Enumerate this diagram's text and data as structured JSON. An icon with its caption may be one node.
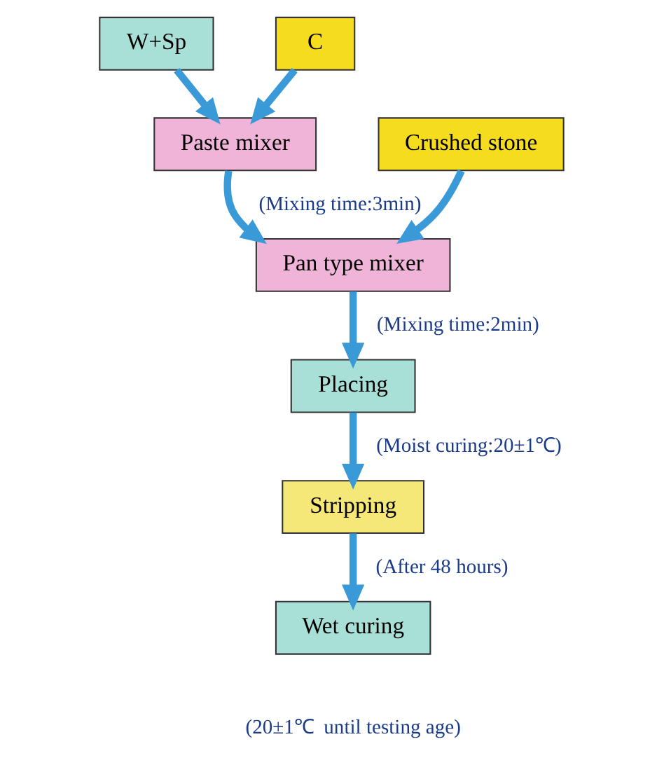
{
  "diagram": {
    "nodes": [
      {
        "text": [
          "W+Sp"
        ]
      },
      {
        "text": [
          "C"
        ]
      },
      {
        "text": [
          "Paste mixer"
        ]
      },
      {
        "text": [
          "Crushed stone"
        ]
      },
      {
        "text": [
          "Pan type mixer"
        ]
      },
      {
        "text": [
          "Placing"
        ]
      },
      {
        "text": [
          "Stripping"
        ]
      },
      {
        "text": [
          "Wet curing"
        ],
        "beside": [
          "(20±1℃  until testing age)"
        ]
      }
    ],
    "edges": [
      {
        "from": 0,
        "to": 2,
        "arrow": "to"
      },
      {
        "from": 1,
        "to": 2,
        "arrow": "to"
      },
      {
        "from": 2,
        "to": 4,
        "arrow": "to",
        "label": "(Mixing time:3min)"
      },
      {
        "from": 3,
        "to": 4,
        "arrow": "to"
      },
      {
        "from": 4,
        "to": 5,
        "arrow": "to",
        "label": "(Mixing time:2min)"
      },
      {
        "from": 5,
        "to": 6,
        "arrow": "to",
        "label": "(Moist curing:20±1℃)"
      },
      {
        "from": 6,
        "to": 7,
        "arrow": "to",
        "label": "(After 48 hours)"
      }
    ]
  }
}
